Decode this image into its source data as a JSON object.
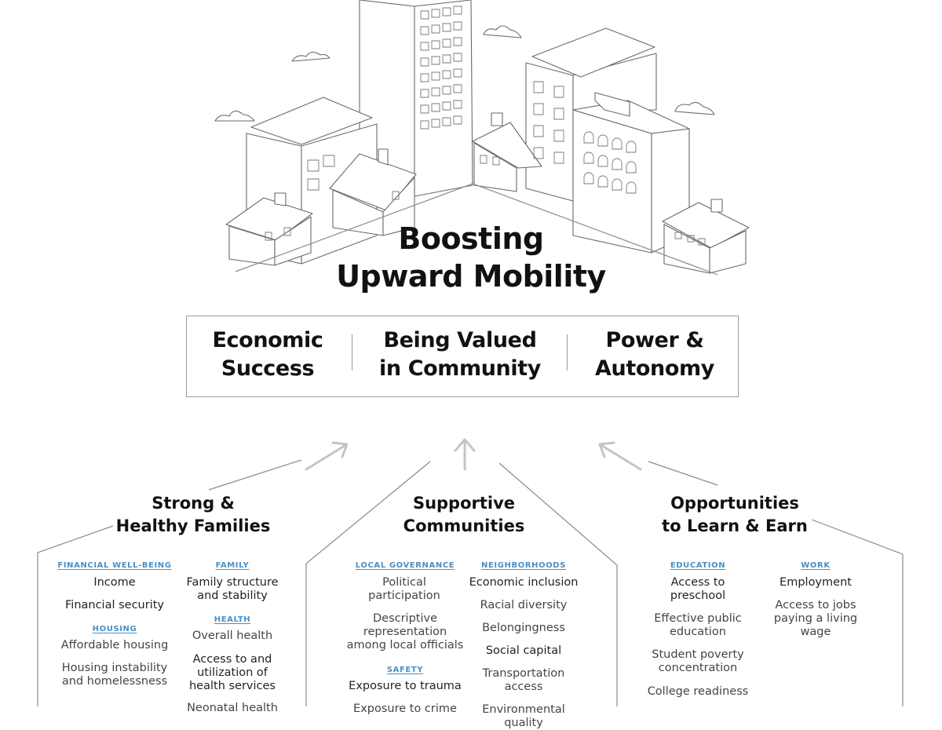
{
  "title": {
    "line1": "Boosting",
    "line2": "Upward Mobility"
  },
  "outcomes": [
    {
      "line1": "Economic",
      "line2": "Success"
    },
    {
      "line1": "Being Valued",
      "line2": "in Community"
    },
    {
      "line1": "Power &",
      "line2": "Autonomy"
    }
  ],
  "pillars": [
    {
      "title1": "Strong &",
      "title2": "Healthy Families",
      "columns": [
        [
          {
            "category": "FINANCIAL WELL-BEING",
            "items": [
              "Income",
              "Financial security"
            ]
          },
          {
            "category": "HOUSING",
            "items": [
              "Affordable housing",
              "Housing instability and homelessness"
            ]
          }
        ],
        [
          {
            "category": "FAMILY",
            "items": [
              "Family structure and stability"
            ]
          },
          {
            "category": "HEALTH",
            "items": [
              "Overall health",
              "Access to and utilization of health services",
              "Neonatal health"
            ]
          }
        ]
      ]
    },
    {
      "title1": "Supportive",
      "title2": "Communities",
      "columns": [
        [
          {
            "category": "LOCAL GOVERNANCE",
            "items": [
              "Political participation",
              "Descriptive representation among local officials"
            ]
          },
          {
            "category": "SAFETY",
            "items": [
              "Exposure to trauma",
              "Exposure to crime"
            ]
          }
        ],
        [
          {
            "category": "NEIGHBORHOODS",
            "items": [
              "Economic inclusion",
              "Racial diversity",
              "Belongingness",
              "Social capital",
              "Transportation access",
              "Environmental quality"
            ]
          }
        ]
      ]
    },
    {
      "title1": "Opportunities",
      "title2": "to Learn & Earn",
      "columns": [
        [
          {
            "category": "EDUCATION",
            "items": [
              "Access to preschool",
              "Effective public education",
              "Student poverty concentration",
              "College readiness"
            ]
          }
        ],
        [
          {
            "category": "WORK",
            "items": [
              "Employment",
              "Access to jobs paying a living wage"
            ]
          }
        ]
      ]
    }
  ],
  "colors": {
    "accent": "#4a90c6",
    "line": "#9a9a9a",
    "arrow": "#c4c4c4",
    "text": "#111111"
  },
  "illustration": {
    "name": "city-skyline-illustration"
  }
}
